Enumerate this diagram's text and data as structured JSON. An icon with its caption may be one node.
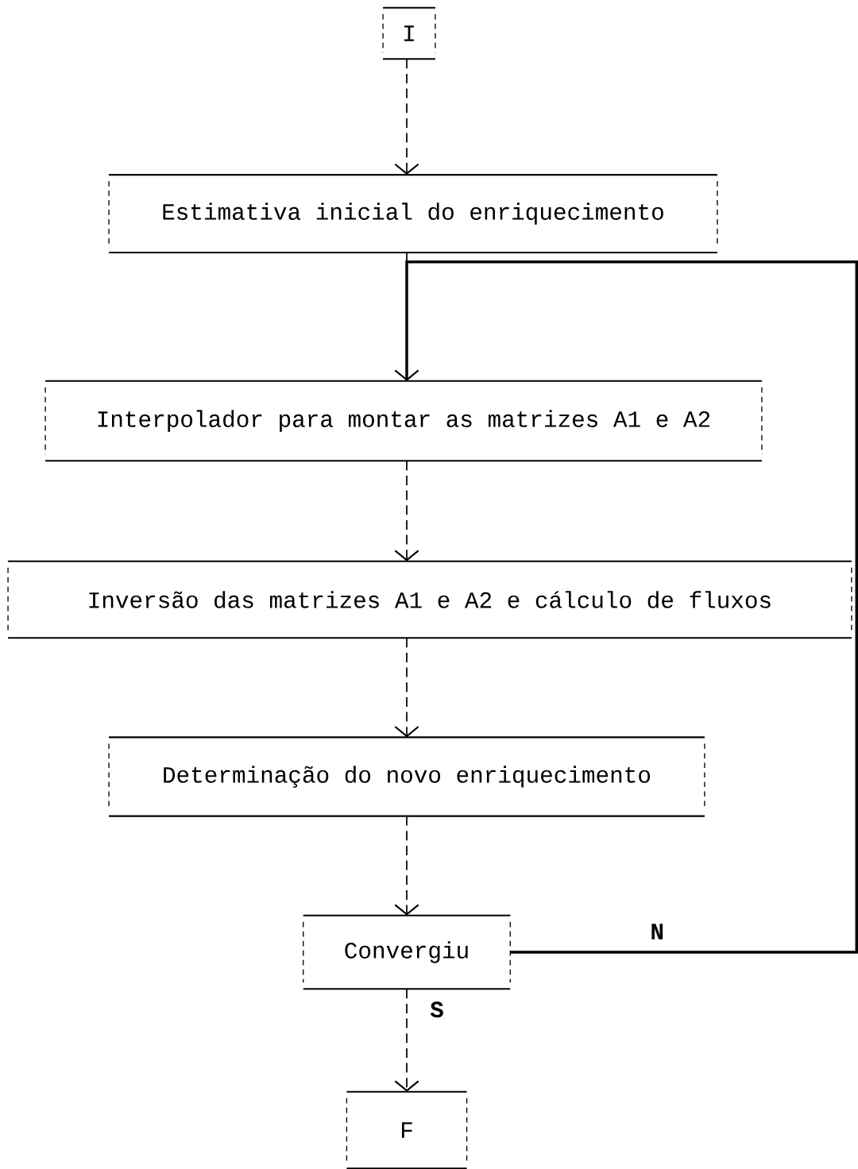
{
  "diagram": {
    "nodes": [
      {
        "text": [
          "I"
        ]
      },
      {
        "text": [
          "Estimativa inicial do enriquecimento"
        ]
      },
      {
        "text": [
          "Interpolador para montar as matrizes A1 e A2"
        ]
      },
      {
        "text": [
          "Inversão das matrizes A1 e A2 e cálculo de fluxos"
        ]
      },
      {
        "text": [
          "Determinação do novo enriquecimento"
        ]
      },
      {
        "text": [
          "Convergiu"
        ]
      },
      {
        "text": [
          "F"
        ]
      }
    ],
    "edges": [
      {
        "from": 0,
        "to": 1,
        "arrow": "to",
        "style": "dashed"
      },
      {
        "from": 1,
        "to": 2,
        "arrow": "to",
        "style": "dashed"
      },
      {
        "from": 2,
        "to": 3,
        "arrow": "to",
        "style": "dashed"
      },
      {
        "from": 3,
        "to": 4,
        "arrow": "to",
        "style": "dashed"
      },
      {
        "from": 4,
        "to": 5,
        "arrow": "to",
        "style": "dashed"
      },
      {
        "from": 5,
        "to": 6,
        "arrow": "to",
        "label": "S",
        "style": "dashed"
      },
      {
        "from": 5,
        "to": 2,
        "arrow": "none",
        "label": "N"
      }
    ]
  }
}
